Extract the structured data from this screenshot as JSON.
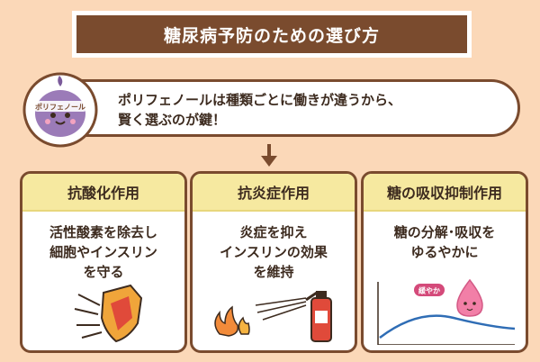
{
  "title": "糖尿病予防のための選び方",
  "intro": {
    "line1": "ポリフェノールは種類ごとに働きが違うから、",
    "line2": "賢く選ぶのが鍵！",
    "mascot_label": "ポリフェノール"
  },
  "cards": [
    {
      "heading": "抗酸化作用",
      "lines": [
        "活性酸素を除去し",
        "細胞やインスリン",
        "を守る"
      ]
    },
    {
      "heading": "抗炎症作用",
      "lines": [
        "炎症を抑え",
        "インスリンの効果",
        "を維持"
      ]
    },
    {
      "heading": "糖の吸収抑制作用",
      "lines": [
        "糖の分解･吸収を",
        "ゆるやかに"
      ],
      "graph_tag": "緩やか"
    }
  ],
  "colors": {
    "background": "#fbd8b8",
    "brown": "#7a4b2e",
    "card_header": "#f6e9a0",
    "mascot": "#9b7bb8",
    "pink": "#f27fa7"
  }
}
